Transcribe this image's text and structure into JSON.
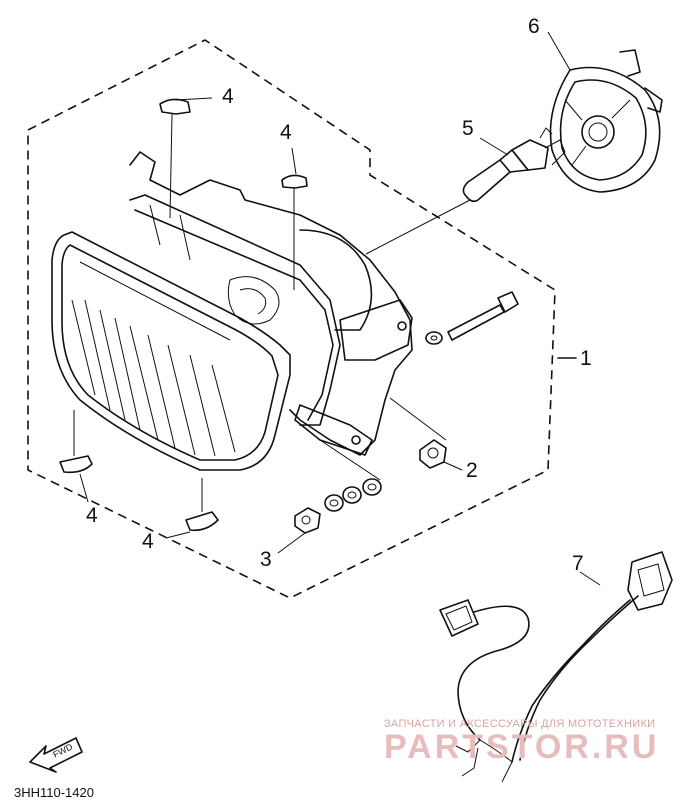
{
  "callouts": {
    "part1": "1",
    "part2": "2",
    "part3": "3",
    "part4_a": "4",
    "part4_b": "4",
    "part4_c": "4",
    "part4_d": "4",
    "part5": "5",
    "part6": "6",
    "part7": "7"
  },
  "fwd_label": "FWD",
  "diagram_code": "3HH110-1420",
  "watermark": {
    "tagline": "ЗАПЧАСТИ И АКСЕССУАРЫ ДЛЯ МОТОТЕХНИКИ",
    "brand": "PARTSTOR.RU"
  },
  "colors": {
    "line": "#111111",
    "watermark": "#e7bcbc"
  }
}
